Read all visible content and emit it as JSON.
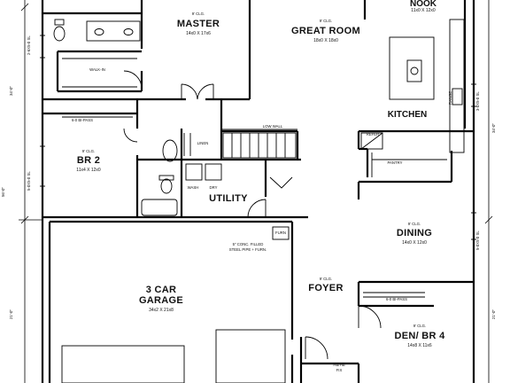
{
  "rooms": {
    "nook": {
      "ceiling": "",
      "name": "NOOK",
      "dims": "11x0 X 12x0"
    },
    "master": {
      "ceiling": "9' CLG.",
      "name": "MASTER",
      "dims": "14x0 X 17x6"
    },
    "great_room": {
      "ceiling": "9' CLG.",
      "name": "GREAT ROOM",
      "dims": "18x0 X 18x0"
    },
    "kitchen": {
      "name": "KITCHEN"
    },
    "br2": {
      "ceiling": "9' CLG.",
      "name": "BR 2",
      "dims": "11x4 X 12x0"
    },
    "utility": {
      "name": "UTILITY"
    },
    "dining": {
      "ceiling": "9' CLG.",
      "name": "DINING",
      "dims": "14x0 X 12x0"
    },
    "garage": {
      "line1": "3 CAR",
      "line2": "GARAGE",
      "dims": "34x2 X 21x8"
    },
    "foyer": {
      "ceiling": "9' CLG.",
      "name": "FOYER"
    },
    "den": {
      "ceiling": "9' CLG.",
      "name": "DEN/ BR 4",
      "dims": "14x8 X 11x6"
    }
  },
  "notes": {
    "walk_in": "WALK-IN",
    "bypass_br2": "6-0 BI-PASS",
    "bypass_den": "6-0 BI-PASS",
    "low_wall": "LOW WALL",
    "linen": "LINEN",
    "wash": "WASH",
    "dry": "DRY",
    "pantry": "PANTRY",
    "refer": "REFER",
    "range": "RANGE",
    "furn": "FURN",
    "bollard_line1": "5\" CONC. FILLED",
    "bollard_line2": "STEEL PIPE + FURN.",
    "hose_bib_line1": "HB/HB",
    "hose_bib_line2": "FIX"
  },
  "window_tags": {
    "master_w": "2-6X5-0 SL",
    "br2_w": "5-0X5-0 SL",
    "dining_e": "5-0X5-0 SL",
    "kitchen_e": "3-0X5-0 SL"
  },
  "dimensions": {
    "left_upper": "34'-0\"",
    "left_lower": "56'-0\"",
    "left_bottom": "21'-0\"",
    "right_upper": "34'-0\"",
    "right_lower": "21'-0\""
  }
}
